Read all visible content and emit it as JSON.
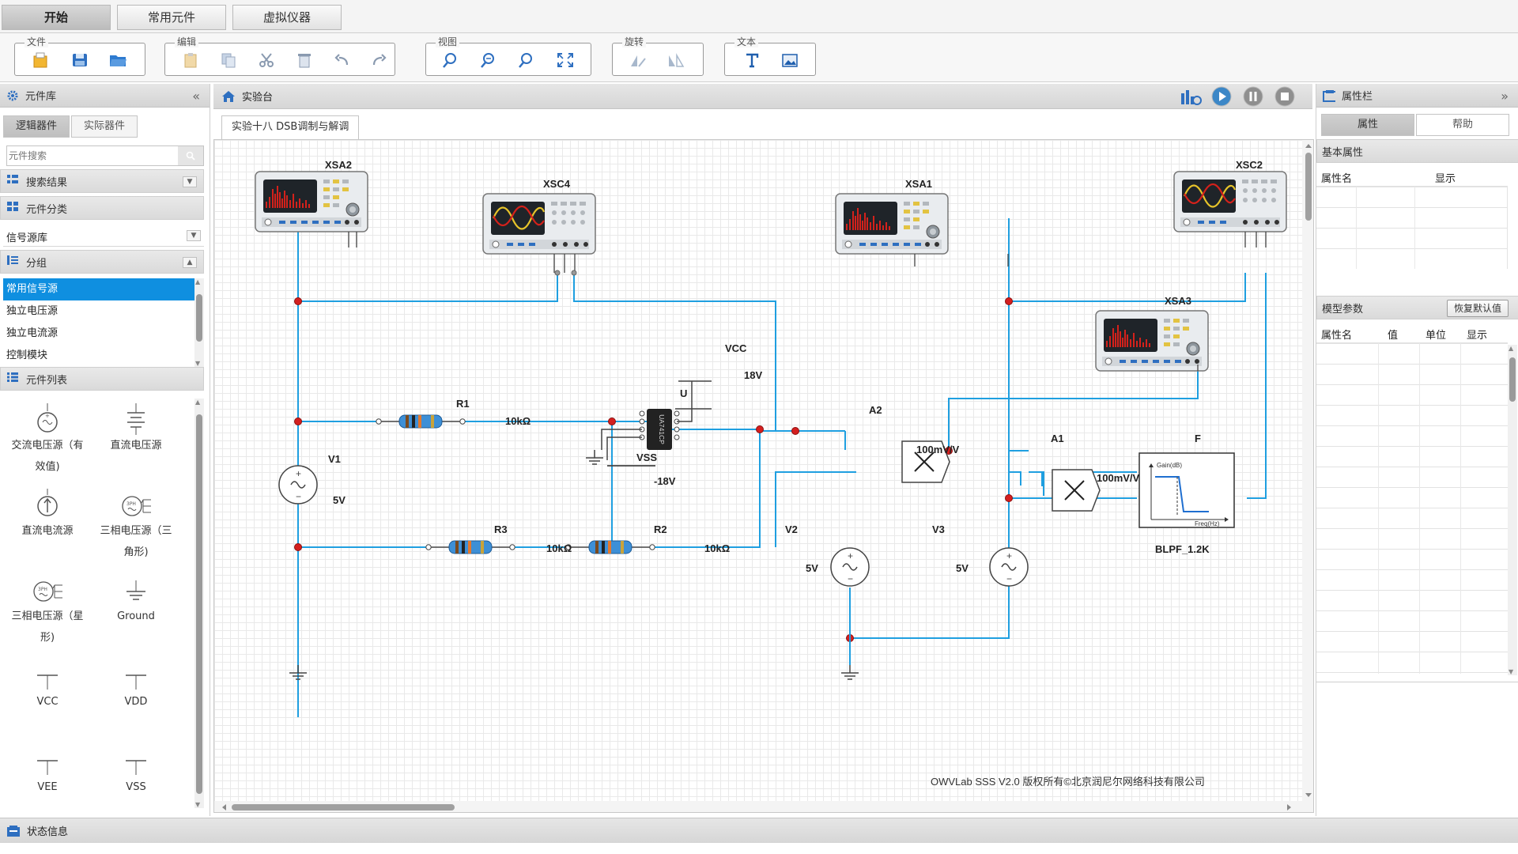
{
  "top_tabs": [
    {
      "label": "开始",
      "active": true
    },
    {
      "label": "常用元件",
      "active": false
    },
    {
      "label": "虚拟仪器",
      "active": false
    }
  ],
  "toolbar": {
    "groups": [
      {
        "label": "文件",
        "buttons": [
          "new-file-icon",
          "save-icon",
          "open-folder-icon"
        ]
      },
      {
        "label": "编辑",
        "buttons": [
          "paste-icon",
          "copy-icon",
          "cut-icon",
          "delete-icon",
          "undo-icon",
          "redo-icon"
        ]
      },
      {
        "label": "视图",
        "buttons": [
          "zoom-in-icon",
          "zoom-out-icon",
          "zoom-search-icon",
          "fit-screen-icon"
        ]
      },
      {
        "label": "旋转",
        "buttons": [
          "rotate-left-icon",
          "flip-icon"
        ]
      },
      {
        "label": "文本",
        "buttons": [
          "text-icon",
          "image-icon"
        ]
      }
    ]
  },
  "left_panel": {
    "title": "元件库",
    "tabs": [
      "逻辑器件",
      "实际器件"
    ],
    "search_placeholder": "元件搜索",
    "sections": {
      "search_results": "搜索结果",
      "category": "元件分类",
      "category_value": "信号源库",
      "group": "分组",
      "component_list": "元件列表"
    },
    "group_items": [
      "常用信号源",
      "独立电压源",
      "独立电流源",
      "控制模块"
    ],
    "components": [
      {
        "label_line1": "交流电压源（有",
        "label_line2": "效值)"
      },
      {
        "label_line1": "直流电压源",
        "label_line2": ""
      },
      {
        "label_line1": "直流电流源",
        "label_line2": ""
      },
      {
        "label_line1": "三相电压源（三",
        "label_line2": "角形)"
      },
      {
        "label_line1": "三相电压源（星",
        "label_line2": "形)"
      },
      {
        "label_line1": "Ground",
        "label_line2": ""
      },
      {
        "label_line1": "VCC",
        "label_line2": ""
      },
      {
        "label_line1": "VDD",
        "label_line2": ""
      },
      {
        "label_line1": "VEE",
        "label_line2": ""
      },
      {
        "label_line1": "VSS",
        "label_line2": ""
      }
    ],
    "symbol_3ph_text": "3PH"
  },
  "center": {
    "title": "实验台",
    "document_tab": "实验十八 DSB调制与解调",
    "labels": {
      "xsa2": "XSA2",
      "xsc4": "XSC4",
      "xsa1": "XSA1",
      "xsc2": "XSC2",
      "xsa3": "XSA3",
      "r1": "R1",
      "r1_val": "10kΩ",
      "r2": "R2",
      "r2_val": "10kΩ",
      "r3": "R3",
      "r3_val": "10kΩ",
      "u": "U",
      "u_chip": "UA741CP",
      "vcc": "VCC",
      "vcc_val": "18V",
      "vss": "VSS",
      "vss_val": "-18V",
      "v1": "V1",
      "v1_val": "5V",
      "v2": "V2",
      "v2_val": "5V",
      "v3": "V3",
      "v3_val": "5V",
      "a1": "A1",
      "a1_gain": "100mV/V",
      "a2": "A2",
      "a2_gain": "100mV/V",
      "f": "F",
      "f_name": "BLPF_1.2K",
      "f_ylabel": "Gain(dB)",
      "f_xlabel": "Freq(Hz)"
    },
    "copyright": "OWVLab SSS V2.0 版权所有©北京润尼尔网络科技有限公司"
  },
  "right_panel": {
    "title": "属性栏",
    "tabs": [
      "属性",
      "帮助"
    ],
    "basic_section": "基本属性",
    "basic_columns": [
      "属性名",
      "显示"
    ],
    "model_section": "模型参数",
    "restore_button": "恢复默认值",
    "model_columns": [
      "属性名",
      "值",
      "单位",
      "显示"
    ]
  },
  "status": {
    "title": "状态信息"
  },
  "colors": {
    "wire": "#1f9fe0",
    "junction": "#d41f1f",
    "selected": "#0f8fe0",
    "icon_blue": "#2e7bd0",
    "play_circle": "#3c87c7"
  }
}
